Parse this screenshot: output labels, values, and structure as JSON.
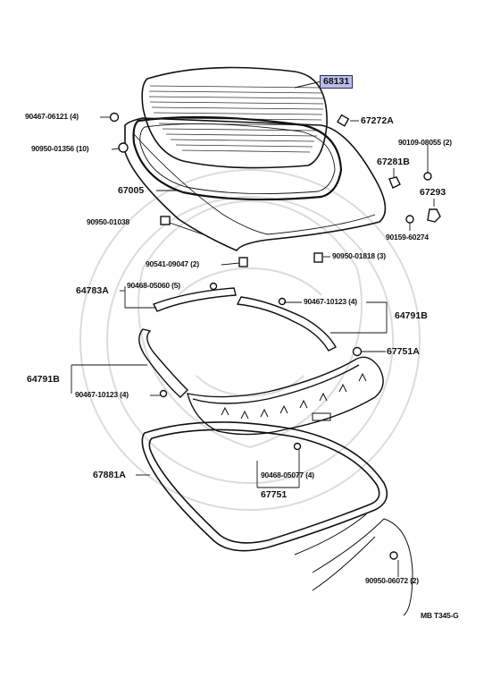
{
  "labels": {
    "p68131": "68131",
    "p90467_06121": "90467-06121 (4)",
    "p67272A": "67272A",
    "p90950_01356": "90950-01356 (10)",
    "p90109_08055": "90109-08055 (2)",
    "p67281B": "67281B",
    "p67005": "67005",
    "p67293": "67293",
    "p90950_01038": "90950-01038",
    "p90159_60274": "90159-60274",
    "p90541_09047": "90541-09047 (2)",
    "p90950_01818": "90950-01818 (3)",
    "p90468_05060": "90468-05060 (5)",
    "p64783A": "64783A",
    "p90467_10123_right": "90467-10123 (4)",
    "p64791B_right": "64791B",
    "p67751A": "67751A",
    "p64791B_left": "64791B",
    "p90467_10123_left": "90467-10123 (4)",
    "p67881A": "67881A",
    "p90468_05077": "90468-05077 (4)",
    "p67751": "67751",
    "p90950_06072": "90950-06072 (2)",
    "figure_code": "MB T345-G"
  },
  "colors": {
    "highlight_fill": "#b9bde6",
    "line": "#111111",
    "watermark": "#d9d9d9"
  }
}
